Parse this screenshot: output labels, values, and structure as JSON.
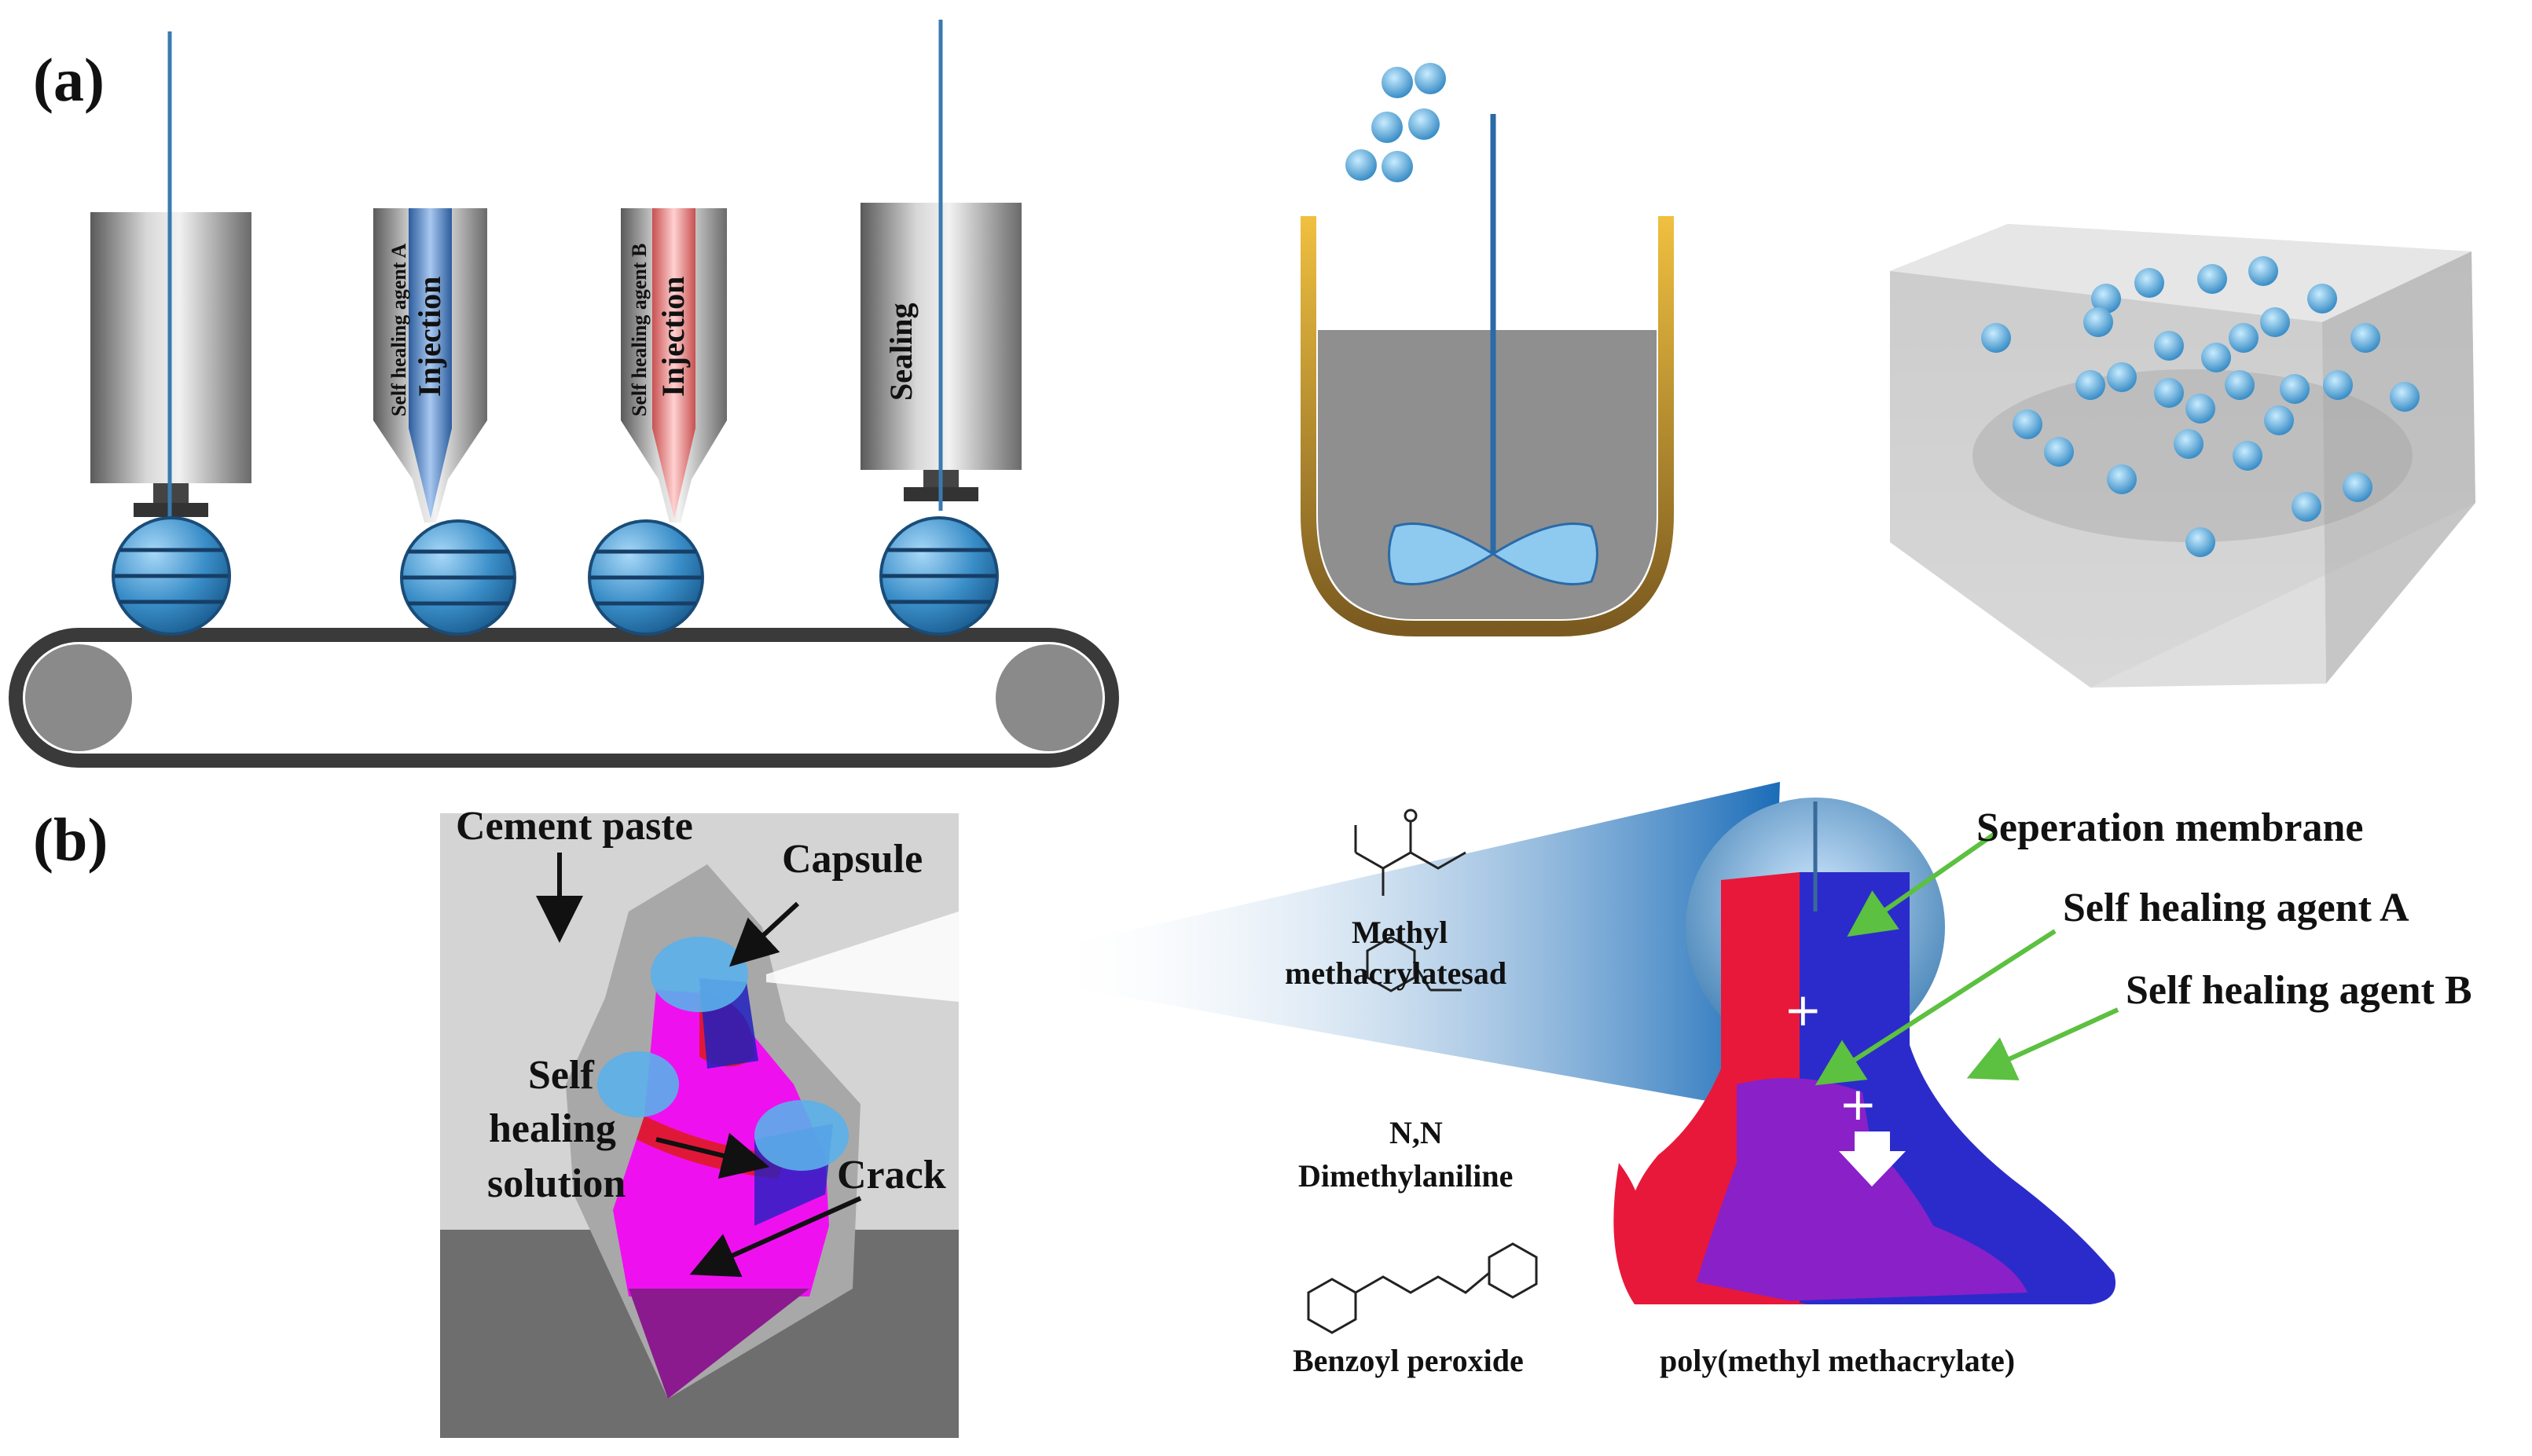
{
  "panels": {
    "a": "(a)",
    "b": "(b)"
  },
  "nozzles": {
    "agent_a": "Self healing agent A",
    "agent_b": "Self healing agent B",
    "injection": "Injection",
    "sealing": "Sealing"
  },
  "crack_diagram": {
    "cement_paste": "Cement paste",
    "capsule": "Capsule",
    "self_healing_solution": [
      "Self",
      "healing",
      "solution"
    ],
    "crack": "Crack"
  },
  "chemicals": {
    "mma": [
      "Methyl",
      "methacrylatesad"
    ],
    "dma": [
      "N,N",
      "Dimethylaniline"
    ],
    "bpo": "Benzoyl peroxide"
  },
  "capsule_labels": {
    "membrane": "Seperation membrane",
    "agent_a": "Self healing agent A",
    "agent_b": "Self healing agent B",
    "product": "poly(methyl methacrylate)"
  },
  "colors": {
    "agent_a": "#e8183a",
    "agent_b": "#2b2bcc",
    "mix": "#8a20c8",
    "capsule_shell": "#5aaee0",
    "arrow_green": "#5cc040"
  }
}
